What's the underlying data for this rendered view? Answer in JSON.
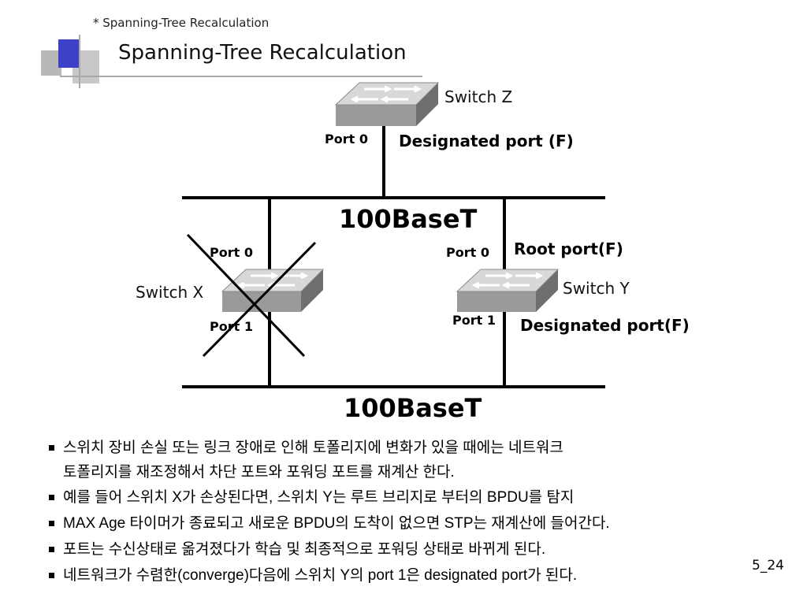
{
  "header": {
    "breadcrumb": "* Spanning-Tree Recalculation",
    "title": "Spanning-Tree Recalculation"
  },
  "diagram": {
    "switch_z": {
      "name": "Switch Z",
      "port0": "Port 0",
      "port0_role": "Designated port (F)"
    },
    "segment_top": "100BaseT",
    "segment_bottom": "100BaseT",
    "switch_x": {
      "name": "Switch X",
      "port0": "Port 0",
      "port1": "Port 1",
      "status": "failed"
    },
    "switch_y": {
      "name": "Switch Y",
      "port0": "Port 0",
      "port0_role": "Root port(F)",
      "port1": "Port 1",
      "port1_role": "Designated port(F)"
    },
    "colors": {
      "switch_top": "#d8d8d8",
      "switch_side": "#6e6e6e",
      "switch_front": "#9a9a9a",
      "lines": "#000000"
    }
  },
  "bullets": [
    {
      "line1": "스위치 장비 손실 또는 링크 장애로 인해 토폴리지에 변화가 있을 때에는 네트워크",
      "line2": "토폴리지를 재조정해서 차단 포트와 포워딩 포트를 재계산 한다."
    },
    {
      "line1": "예를 들어 스위치 X가 손상된다면, 스위치 Y는 루트 브리지로 부터의 BPDU를 탐지"
    },
    {
      "line1": "MAX Age 타이머가 종료되고 새로운 BPDU의 도착이 없으면 STP는 재계산에 들어간다."
    },
    {
      "line1": "포트는 수신상태로 옮겨졌다가 학습 및 최종적으로 포워딩 상태로 바뀌게 된다."
    },
    {
      "line1": "네트워크가 수렴한(converge)다음에 스위치 Y의 port 1은 designated port가 된다."
    }
  ],
  "page_number": "5_24"
}
